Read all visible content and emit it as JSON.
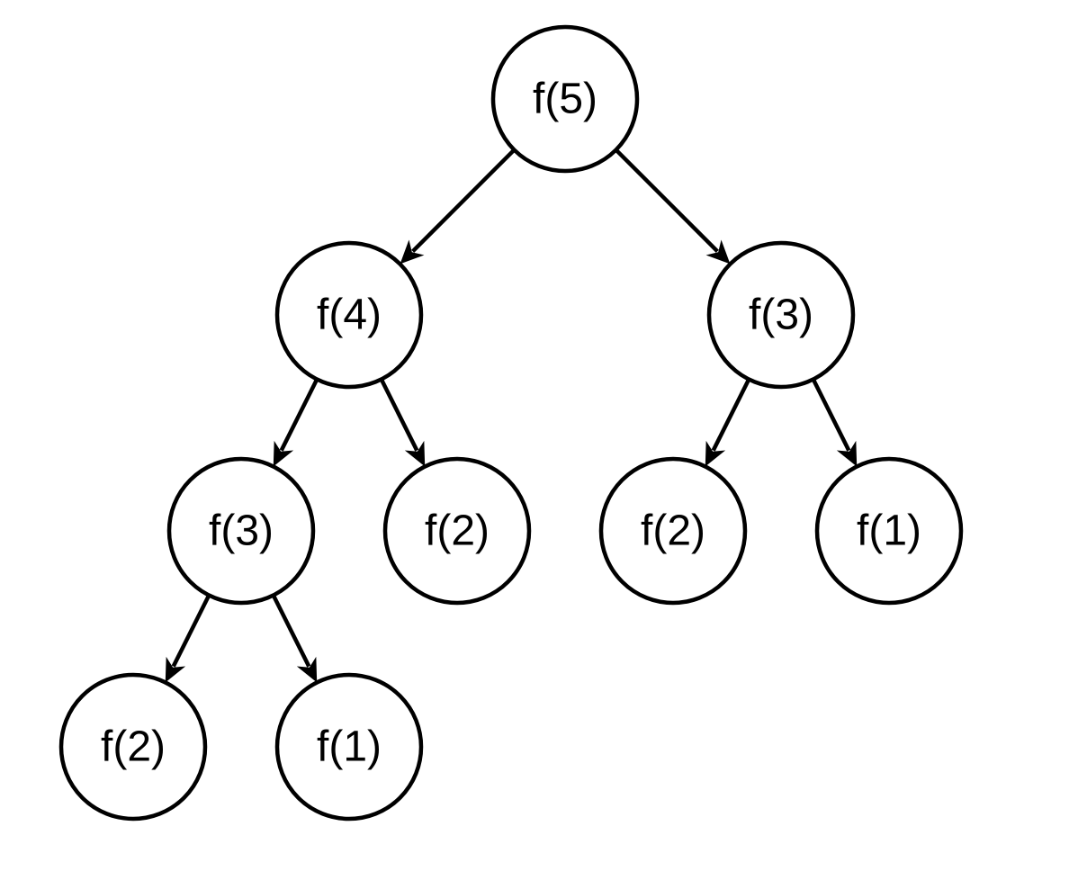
{
  "diagram": {
    "type": "tree",
    "colors": {
      "stroke": "#000000",
      "fill": "#ffffff",
      "text": "#000000"
    },
    "nodes": [
      {
        "id": "n1",
        "label": "f(5)"
      },
      {
        "id": "n2",
        "label": "f(4)"
      },
      {
        "id": "n3",
        "label": "f(3)"
      },
      {
        "id": "n4",
        "label": "f(3)"
      },
      {
        "id": "n5",
        "label": "f(2)"
      },
      {
        "id": "n6",
        "label": "f(2)"
      },
      {
        "id": "n7",
        "label": "f(1)"
      },
      {
        "id": "n8",
        "label": "f(2)"
      },
      {
        "id": "n9",
        "label": "f(1)"
      }
    ],
    "edges": [
      {
        "from": "n1",
        "to": "n2"
      },
      {
        "from": "n1",
        "to": "n3"
      },
      {
        "from": "n2",
        "to": "n4"
      },
      {
        "from": "n2",
        "to": "n5"
      },
      {
        "from": "n3",
        "to": "n6"
      },
      {
        "from": "n3",
        "to": "n7"
      },
      {
        "from": "n4",
        "to": "n8"
      },
      {
        "from": "n4",
        "to": "n9"
      }
    ]
  }
}
